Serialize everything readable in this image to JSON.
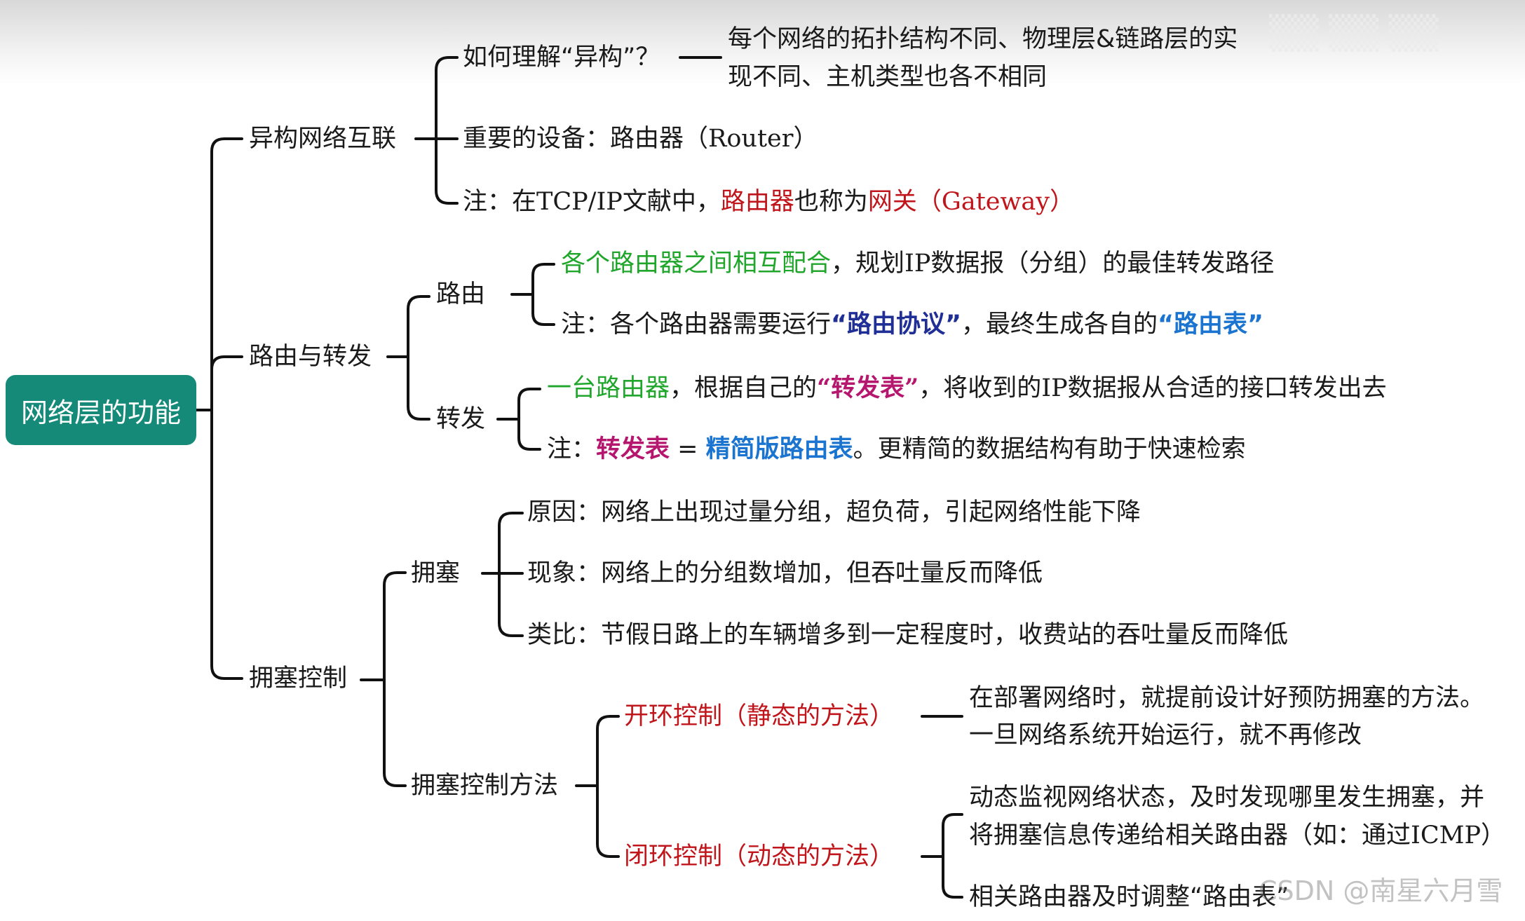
{
  "root": "网络层的功能",
  "branches": {
    "b1": {
      "label": "异构网络互联",
      "q_label": "如何理解“异构”？",
      "q_answer_line1": "每个网络的拓扑结构不同、物理层&链路层的实",
      "q_answer_line2": "现不同、主机类型也各不相同",
      "device": "重要的设备：路由器（Router）",
      "note_prefix": "注：在TCP/IP文献中，",
      "note_router": "路由器",
      "note_mid": "也称为",
      "note_gateway": "网关（Gateway）"
    },
    "b2": {
      "label": "路由与转发",
      "routing": {
        "label": "路由",
        "line1_green": "各个路由器之间相互配合",
        "line1_rest": "，规划IP数据报（分组）的最佳转发路径",
        "line2_prefix": "注：各个路由器需要运行",
        "line2_protocol": "“路由协议”",
        "line2_mid": "，最终生成各自的",
        "line2_table": "“路由表”"
      },
      "forwarding": {
        "label": "转发",
        "line1_green": "一台路由器",
        "line1_mid": "，根据自己的",
        "line1_table": "“转发表”",
        "line1_rest": "，将收到的IP数据报从合适的接口转发出去",
        "line2_prefix": "注：",
        "line2_fwd": "转发表",
        "line2_eq": " = ",
        "line2_simple": "精简版路由表",
        "line2_rest": "。更精简的数据结构有助于快速检索"
      }
    },
    "b3": {
      "label": "拥塞控制",
      "congestion": {
        "label": "拥塞",
        "cause": "原因：网络上出现过量分组，超负荷，引起网络性能下降",
        "symptom": "现象：网络上的分组数增加，但吞吐量反而降低",
        "analogy": "类比：节假日路上的车辆增多到一定程度时，收费站的吞吐量反而降低"
      },
      "methods": {
        "label": "拥塞控制方法",
        "open_loop": "开环控制（静态的方法）",
        "open_desc_line1": "在部署网络时，就提前设计好预防拥塞的方法。",
        "open_desc_line2": "一旦网络系统开始运行，就不再修改",
        "closed_loop": "闭环控制（动态的方法）",
        "closed_desc_line1": "动态监视网络状态，及时发现哪里发生拥塞，并",
        "closed_desc_line2": "将拥塞信息传递给相关路由器（如：通过ICMP）",
        "closed_desc_line3": "相关路由器及时调整“路由表”"
      }
    }
  },
  "watermark": "CSDN @南星六月雪",
  "colors": {
    "root_bg": "#158a79",
    "highlight_red": "#c0161b",
    "highlight_green": "#1fa62b",
    "highlight_navy": "#1f2f96",
    "highlight_blue": "#1b74cf",
    "highlight_magenta": "#b5166e"
  }
}
